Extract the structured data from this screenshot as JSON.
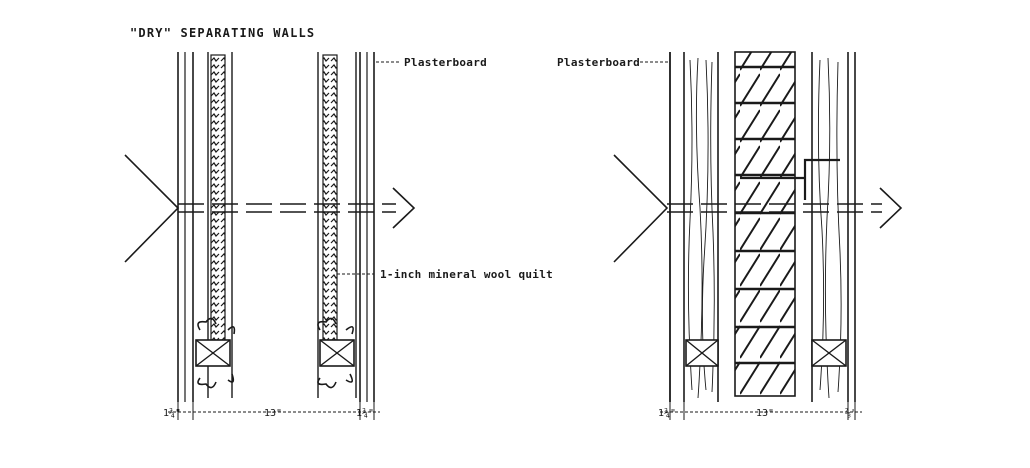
{
  "diagram": {
    "title": "\"DRY\" SEPARATING WALLS",
    "left_panel": {
      "label_plasterboard": "Plasterboard",
      "label_quilt": "1-inch mineral wool quilt",
      "dim_left": "1¾\"",
      "dim_middle": "13\"",
      "dim_right": "1¾\""
    },
    "right_panel": {
      "label_plasterboard": "Plasterboard",
      "dim_left": "1¾\"",
      "dim_middle": "13\"",
      "dim_right": "⅞\""
    },
    "colors": {
      "ink": "#1a1a1a",
      "paper": "#ffffff"
    }
  }
}
